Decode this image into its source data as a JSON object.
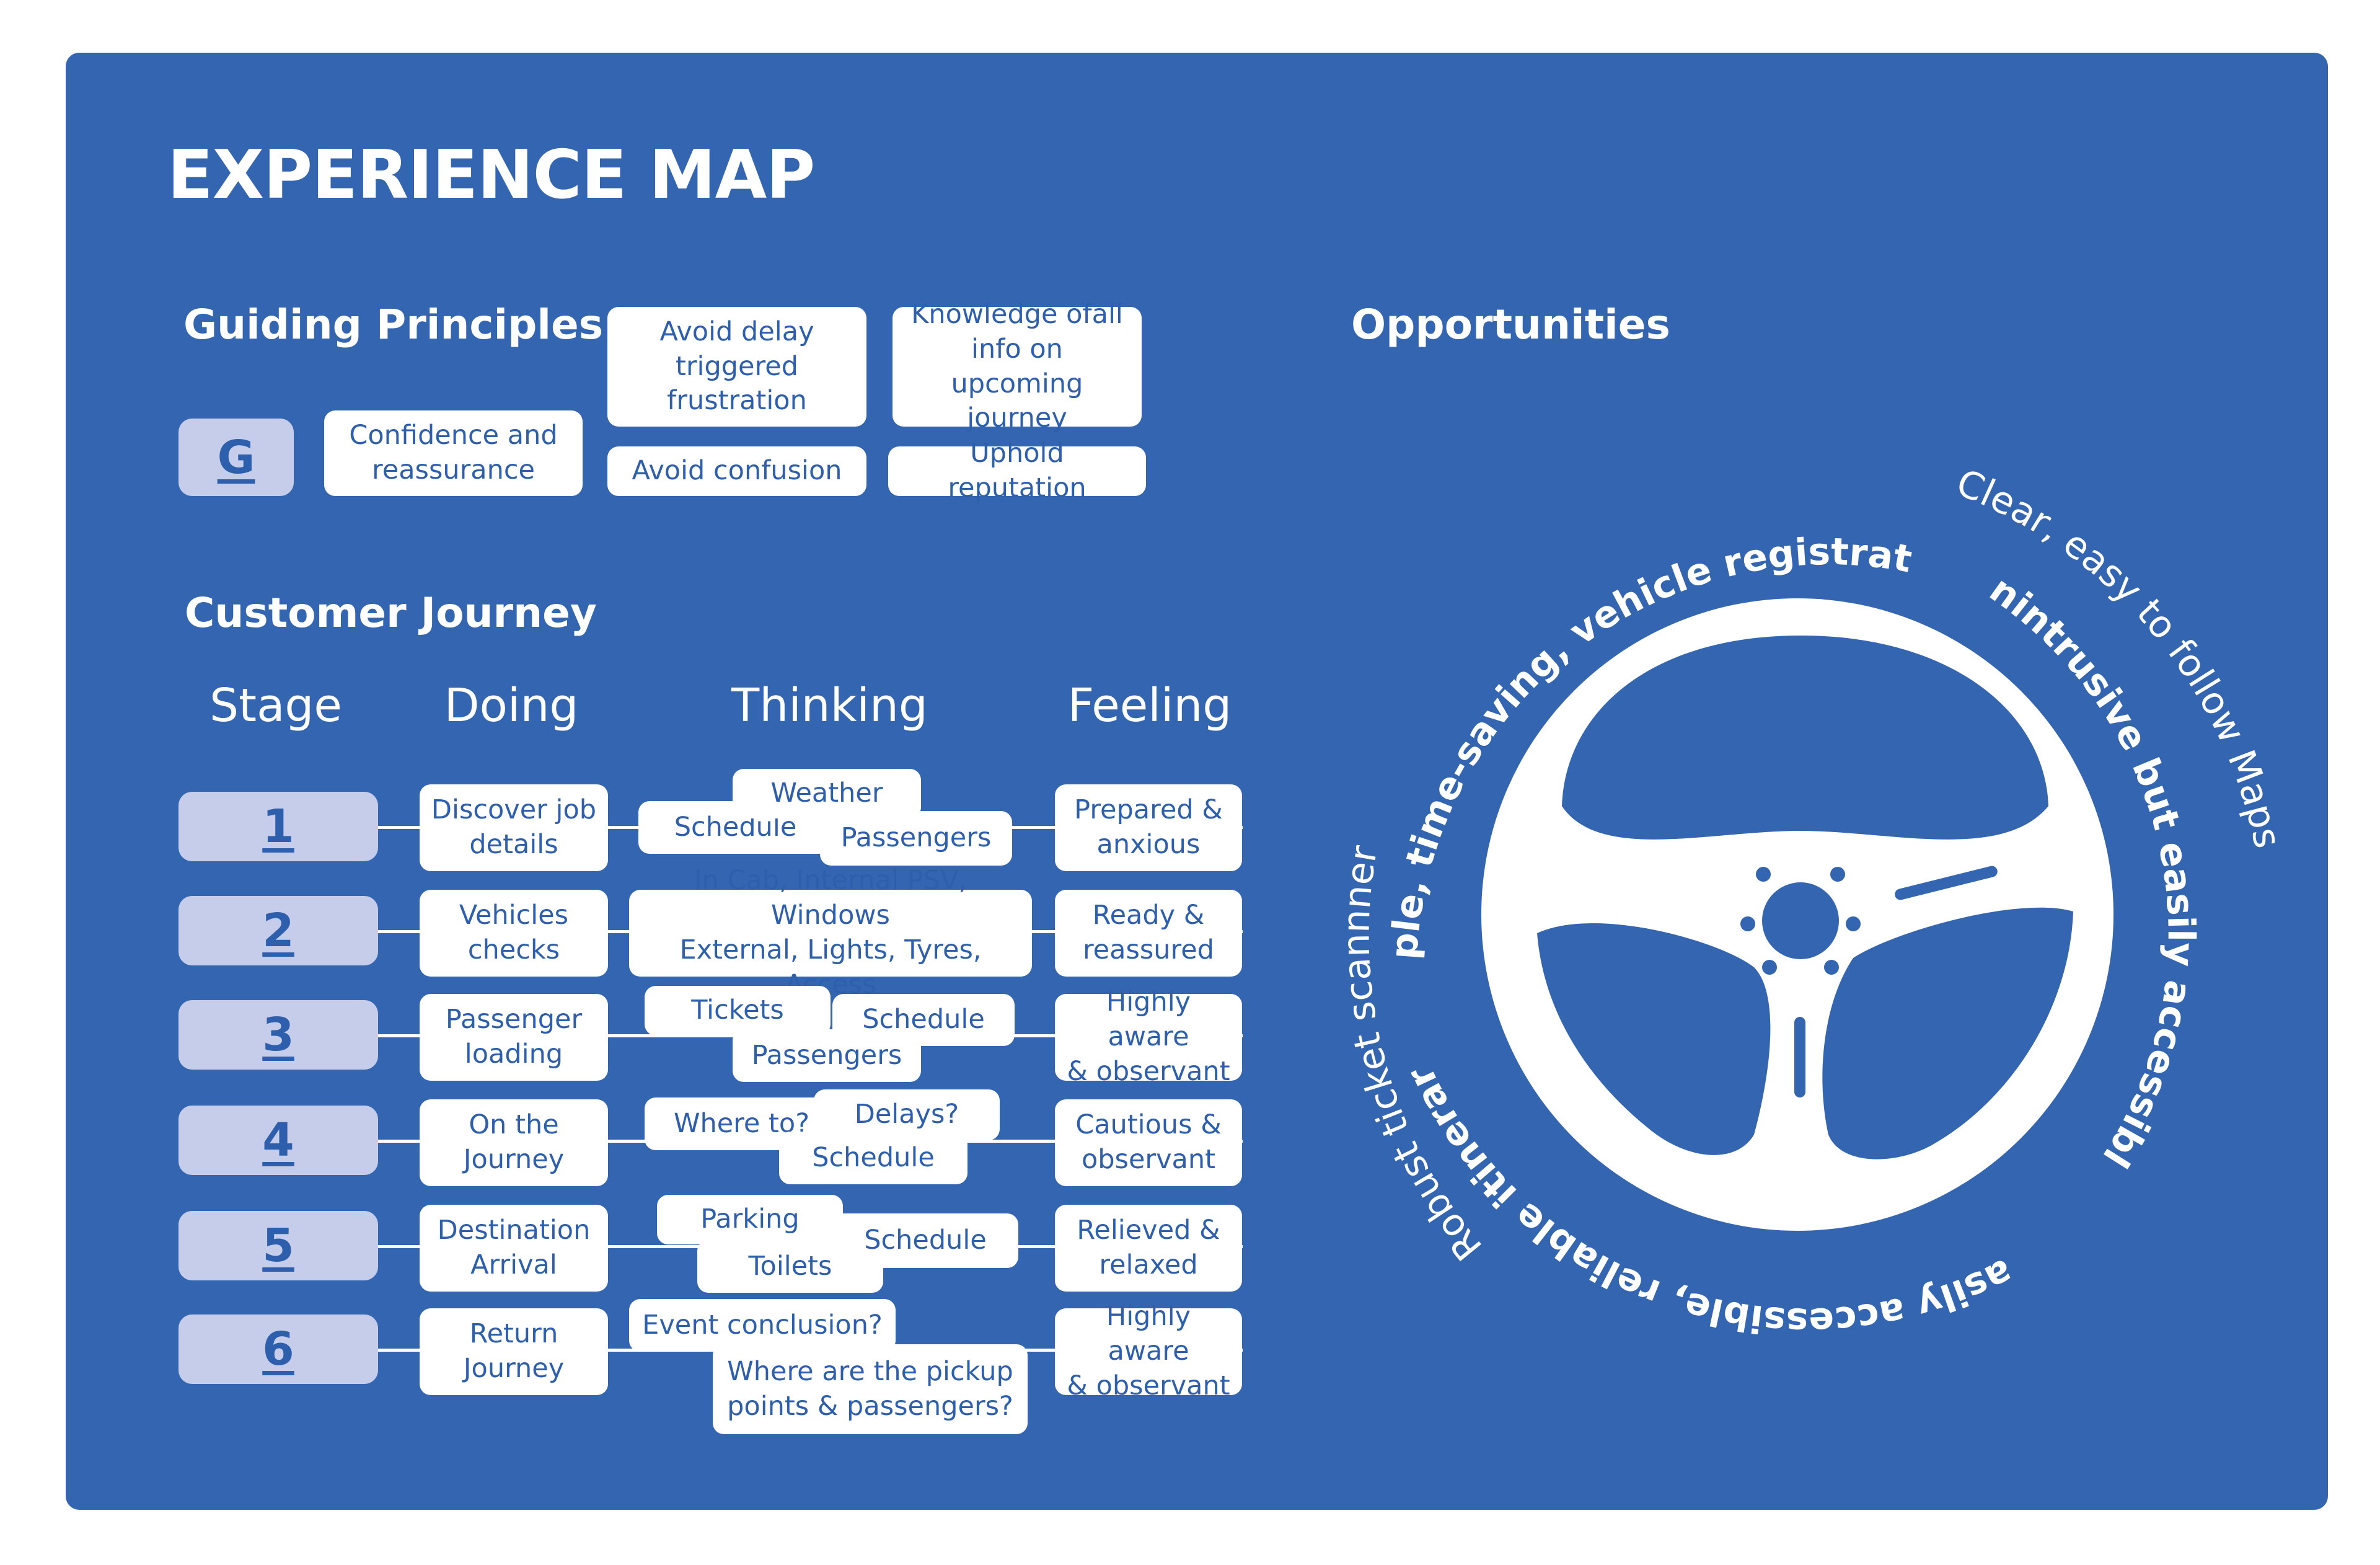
{
  "title": "EXPERIENCE MAP",
  "principles": {
    "heading": "Guiding Principles",
    "badge": "G",
    "items": [
      "Confidence and\nreassurance",
      "Avoid delay\ntriggered\nfrustration",
      "Avoid confusion",
      "Knowledge ofall\ninfo on upcoming\njourney",
      "Uphold reputation"
    ]
  },
  "journey": {
    "heading": "Customer Journey",
    "columns": [
      "Stage",
      "Doing",
      "Thinking",
      "Feeling"
    ],
    "stages": [
      {
        "num": "1",
        "doing": "Discover job\ndetails",
        "thinking": [
          "Weather",
          "Schedule",
          "Passengers"
        ],
        "feeling": "Prepared &\nanxious"
      },
      {
        "num": "2",
        "doing": "Vehicles\nchecks",
        "thinking": [
          "In Cab, Internal PSV, Windows\nExternal, Lights, Tyres, Access"
        ],
        "feeling": "Ready &\nreassured"
      },
      {
        "num": "3",
        "doing": "Passenger\nloading",
        "thinking": [
          "Tickets",
          "Schedule",
          "Passengers"
        ],
        "feeling": "Highly aware\n& observant"
      },
      {
        "num": "4",
        "doing": "On the\nJourney",
        "thinking": [
          "Where to?",
          "Delays?",
          "Schedule"
        ],
        "feeling": "Cautious &\nobservant"
      },
      {
        "num": "5",
        "doing": "Destination\nArrival",
        "thinking": [
          "Parking",
          "Schedule",
          "Toilets"
        ],
        "feeling": "Relieved &\nrelaxed"
      },
      {
        "num": "6",
        "doing": "Return\nJourney",
        "thinking": [
          "Event conclusion?",
          "Where are the pickup\npoints & passengers?"
        ],
        "feeling": "Highly aware\n& observant"
      }
    ]
  },
  "opportunities": {
    "heading": "Opportunities",
    "ring": [
      "Simple, time-saving, vehicle registration",
      "Clear, easy to follow Maps",
      "Unintrusive but easily accessible",
      "Easily accessible, reliable itinerary",
      "Robust ticket scannner"
    ],
    "icon": "steering-wheel-icon"
  },
  "colors": {
    "background": "#3365b1",
    "box": "#ffffff",
    "box_text": "#2e5fad",
    "stage": "#c6cdea"
  }
}
